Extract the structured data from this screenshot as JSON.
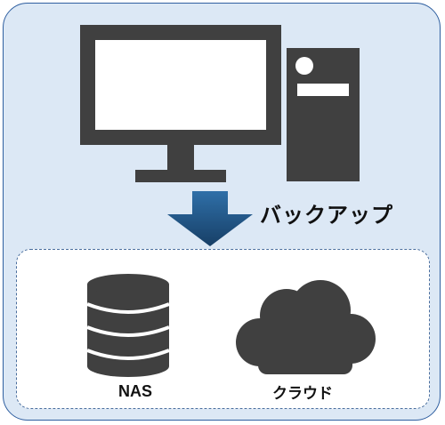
{
  "diagram": {
    "colors": {
      "panel_background": "#dce8f5",
      "panel_border": "#2f5fa0",
      "inner_border": "#4a6e9e",
      "icon": "#404040",
      "arrow_top": "#2f6fa8",
      "arrow_bottom": "#173f66"
    },
    "source": {
      "icon": "desktop-computer-icon"
    },
    "flow": {
      "icon": "arrow-down-icon",
      "label": "バックアップ"
    },
    "targets": [
      {
        "icon": "database-icon",
        "label": "NAS"
      },
      {
        "icon": "cloud-icon",
        "label": "クラウド"
      }
    ]
  }
}
